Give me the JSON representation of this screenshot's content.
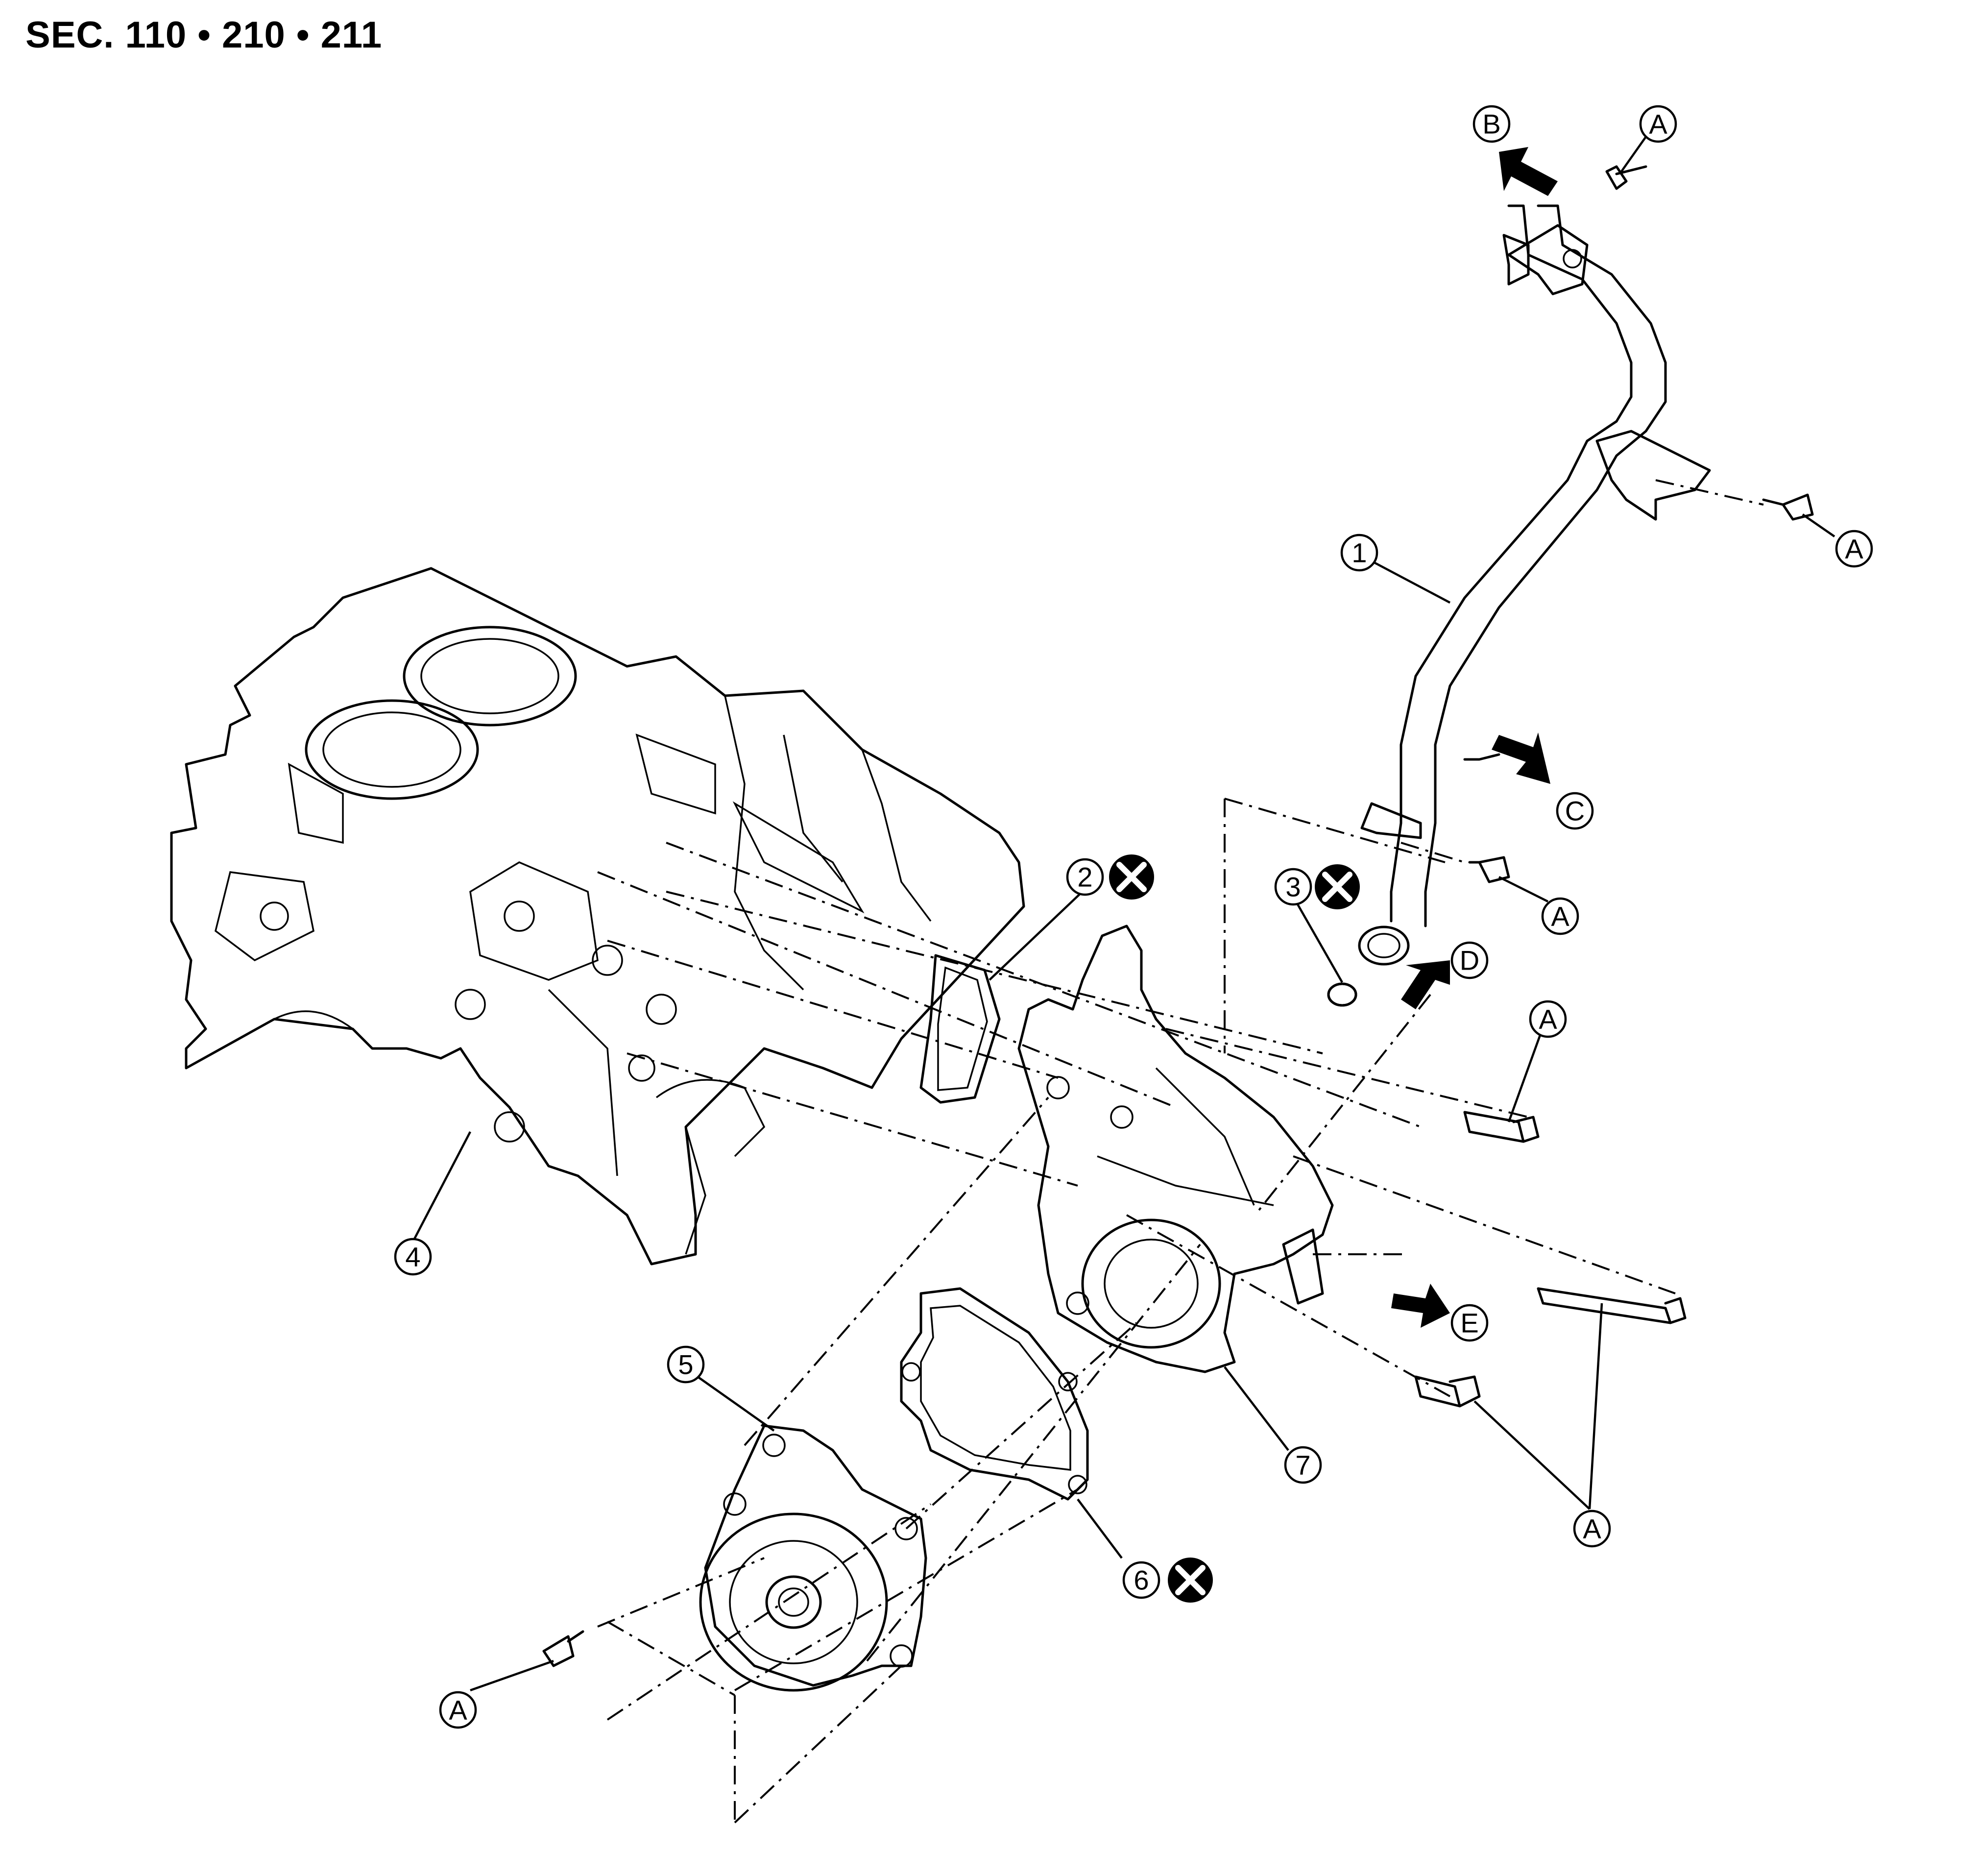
{
  "title": "SEC. 110 • 210 • 211",
  "callouts": {
    "part_1": "1",
    "part_2": "2",
    "part_3": "3",
    "part_4": "4",
    "part_5": "5",
    "part_6": "6",
    "part_7": "7",
    "ref_A": "A",
    "ref_B": "B",
    "ref_C": "C",
    "ref_D": "D",
    "ref_E": "E"
  },
  "symbols": {
    "do_not_reuse": "circled-x-icon",
    "flow_direction": "black-arrow-icon"
  },
  "colors": {
    "line": "#000000",
    "background": "#ffffff"
  }
}
